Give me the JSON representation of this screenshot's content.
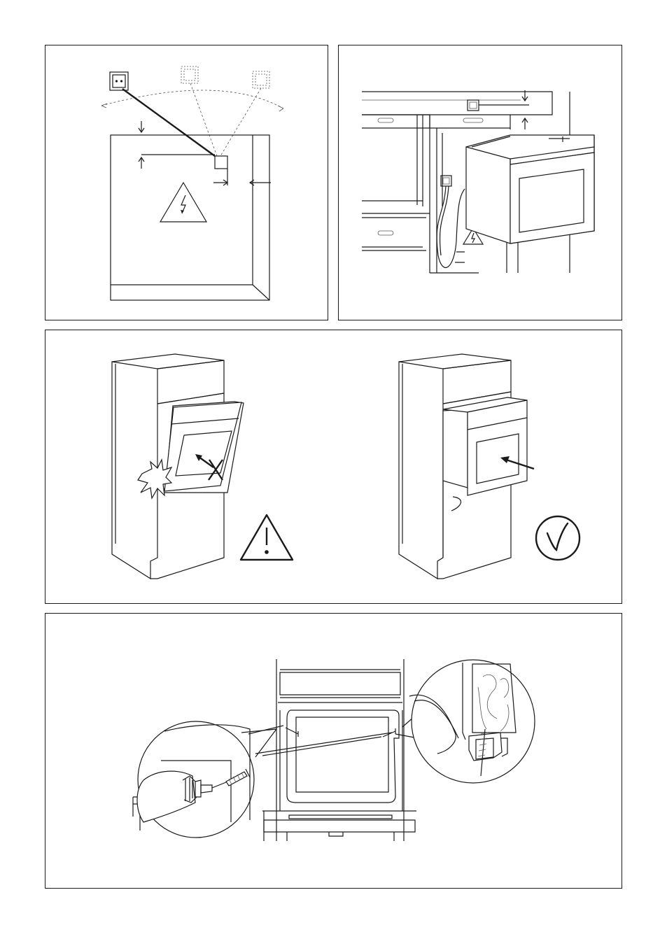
{
  "panels": [
    {
      "id": "socket-position",
      "icons": [
        "socket-icon",
        "electric-warning-icon",
        "dimension-arrow-icon"
      ]
    },
    {
      "id": "oven-connection",
      "icons": [
        "socket-icon",
        "electric-warning-icon",
        "dimension-arrow-icon"
      ]
    },
    {
      "id": "door-hinge-clearance",
      "icons": [
        "collision-icon",
        "cross-icon",
        "warning-icon",
        "check-icon",
        "push-arrow-icon"
      ]
    },
    {
      "id": "screw-fixing",
      "icons": [
        "drill-icon",
        "screw-icon",
        "magnifier-icon"
      ]
    }
  ],
  "colors": {
    "line": "#1a1a1a",
    "background": "#ffffff"
  }
}
